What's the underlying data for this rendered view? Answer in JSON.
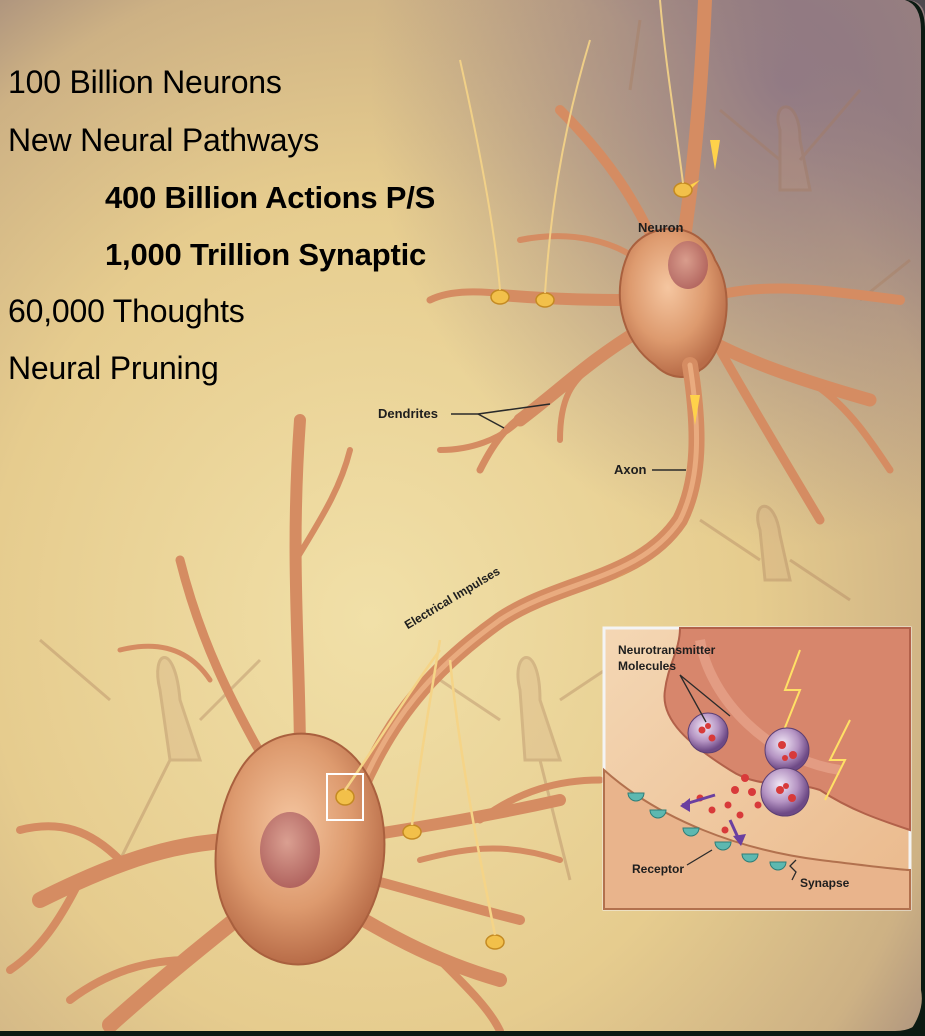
{
  "headlines": [
    "100 Billion Neurons",
    "New Neural Pathways",
    "400 Billion Actions P/S",
    "1,000 Trillion Synaptic",
    "60,000 Thoughts",
    "Neural Pruning"
  ],
  "labels": {
    "neuron": "Neuron",
    "dendrites": "Dendrites",
    "axon": "Axon",
    "impulses": "Electrical Impulses"
  },
  "inset": {
    "neurotransmitter_line1": "Neurotransmitter",
    "neurotransmitter_line2": "Molecules",
    "receptor": "Receptor",
    "synapse": "Synapse"
  },
  "colors": {
    "background_frame": "#0c1a12",
    "parchment": "#e9d39a",
    "neuron": "#e0a072",
    "impulse": "#ffd24a",
    "inset_border": "#f4f4f4"
  }
}
